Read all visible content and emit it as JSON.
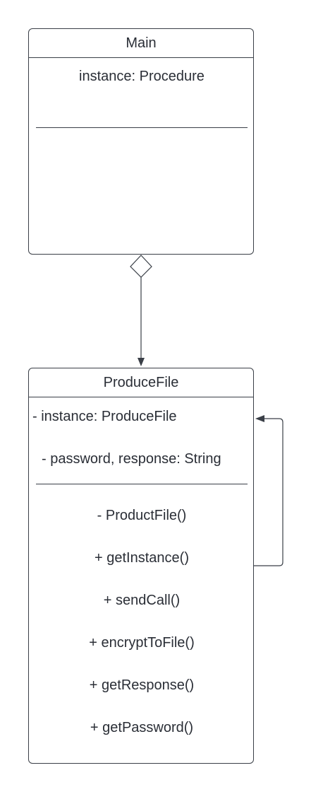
{
  "main_class": {
    "name": "Main",
    "attributes": [
      "instance: Procedure"
    ],
    "methods": []
  },
  "producefile_class": {
    "name": "ProduceFile",
    "attributes": [
      "- instance: ProduceFile",
      "- password, response: String"
    ],
    "methods": [
      "- ProductFile()",
      "+ getInstance()",
      "+ sendCall()",
      "+ encryptToFile()",
      "+ getResponse()",
      "+ getPassword()"
    ]
  },
  "relationships": [
    {
      "type": "aggregation",
      "whole": "Main",
      "part": "ProduceFile"
    },
    {
      "type": "self-association",
      "from": "getInstance",
      "to": "ProduceFile"
    }
  ],
  "colors": {
    "line": "#3a3f47",
    "text": "#2a2e36",
    "background": "#ffffff"
  }
}
